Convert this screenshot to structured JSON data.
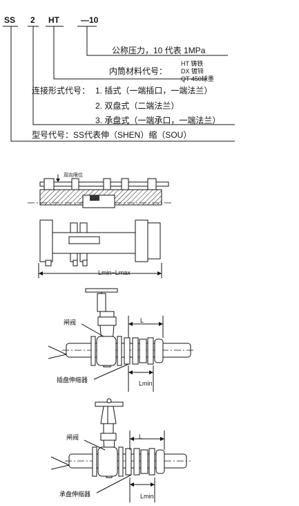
{
  "model_codes": {
    "c1": "SS",
    "c2": "2",
    "c3": "HT",
    "c4": "—10"
  },
  "legend": {
    "pressure": "公称压力，10 代表 1MPa",
    "material_label": "内筒材料代号：",
    "material_ht": "HT 铸铁",
    "material_dx": "DX 镀锌",
    "material_qt": "QT 450球墨",
    "connection_label": "连接形式代号：",
    "connection_1": "1. 插式（一端插口，一端法兰）",
    "connection_2": "2. 双盘式（二端法兰）",
    "connection_3": "3. 承盘式（一端承口，一端法兰）",
    "model_label": "型号代号：SS代表伸（SHEN）缩（SOU）"
  },
  "figure1": {
    "tiny_note": "双向限位",
    "dim_label": "Lmin~Lmax"
  },
  "figure2": {
    "valve_label": "闸阀",
    "joint_label": "插盘伸缩器",
    "dim_l": "L",
    "dim_lmin": "Lmin"
  },
  "figure3": {
    "valve_label": "闸阀",
    "joint_label": "承盘伸缩器",
    "dim_l": "L",
    "dim_lmin": "Lmin"
  }
}
